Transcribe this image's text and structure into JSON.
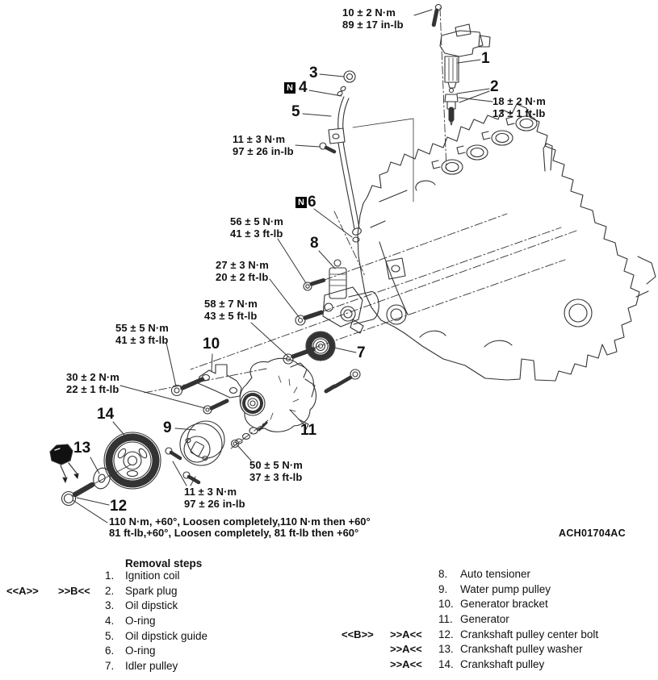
{
  "fig": {
    "code": "ACH01704AC",
    "n_marker": "N",
    "callouts": {
      "1": "1",
      "2": "2",
      "3": "3",
      "4": "4",
      "5": "5",
      "6": "6",
      "7": "7",
      "8": "8",
      "9": "9",
      "10": "10",
      "11": "11",
      "12": "12",
      "13": "13",
      "14": "14"
    },
    "torques": {
      "coil_bolt": {
        "metric": "10 ± 2 N·m",
        "imperial": "89 ± 17 in-lb"
      },
      "spark_plug": {
        "metric": "18 ± 2 N·m",
        "imperial": "13 ± 1 ft-lb"
      },
      "dipstick_bolt": {
        "metric": "11 ± 3 N·m",
        "imperial": "97 ± 26 in-lb"
      },
      "tensioner_upper": {
        "metric": "56 ± 5 N·m",
        "imperial": "41 ± 3 ft-lb"
      },
      "tensioner_pivot": {
        "metric": "27 ± 3 N·m",
        "imperial": "20 ± 2 ft-lb"
      },
      "idler_bolt": {
        "metric": "58 ± 7 N·m",
        "imperial": "43 ± 5 ft-lb"
      },
      "bracket_upper": {
        "metric": "55 ± 5 N·m",
        "imperial": "41 ± 3 ft-lb"
      },
      "bracket_lower": {
        "metric": "30 ± 2 N·m",
        "imperial": "22 ± 1 ft-lb"
      },
      "generator_nut": {
        "metric": "50 ± 5 N·m",
        "imperial": "37 ± 3 ft-lb"
      },
      "pump_pulley_bolt": {
        "metric": "11 ± 3 N·m",
        "imperial": "97 ± 26 in-lb"
      }
    },
    "note": {
      "line1": "110 N·m, +60°, Loosen completely,110 N·m then +60°",
      "line2": "81 ft-lb,+60°, Loosen completely, 81 ft-lb then +60°"
    }
  },
  "legend": {
    "title": "Removal steps",
    "left": [
      {
        "num": "1.",
        "label": "Ignition coil"
      },
      {
        "num": "2.",
        "label": "Spark plug",
        "m1": "<<A>>",
        "m2": ">>B<<"
      },
      {
        "num": "3.",
        "label": "Oil dipstick"
      },
      {
        "num": "4.",
        "label": "O-ring"
      },
      {
        "num": "5.",
        "label": "Oil dipstick guide"
      },
      {
        "num": "6.",
        "label": "O-ring"
      },
      {
        "num": "7.",
        "label": "Idler pulley"
      }
    ],
    "right": [
      {
        "num": "8.",
        "label": "Auto tensioner"
      },
      {
        "num": "9.",
        "label": "Water pump pulley"
      },
      {
        "num": "10.",
        "label": "Generator bracket"
      },
      {
        "num": "11.",
        "label": "Generator"
      },
      {
        "num": "12.",
        "label": "Crankshaft pulley center bolt",
        "m1": "<<B>>",
        "m2": ">>A<<"
      },
      {
        "num": "13.",
        "label": "Crankshaft pulley washer",
        "m2": ">>A<<"
      },
      {
        "num": "14.",
        "label": "Crankshaft pulley",
        "m2": ">>A<<"
      }
    ]
  }
}
